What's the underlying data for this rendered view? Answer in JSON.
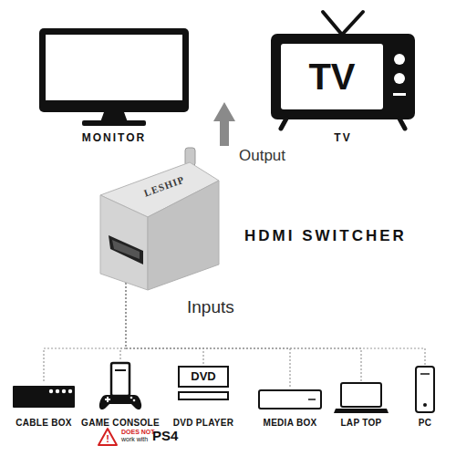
{
  "diagram": {
    "nodes": [
      {
        "text": [
          "MONITOR"
        ]
      },
      {
        "text": [
          "TV",
          "TV"
        ]
      },
      {
        "text": [
          "LESHIP"
        ]
      },
      {
        "text": [
          "CABLE BOX"
        ]
      },
      {
        "text": [
          "GAME CONSOLE"
        ]
      },
      {
        "text": [
          "DVD",
          "DVD PLAYER"
        ]
      },
      {
        "text": [
          "MEDIA BOX"
        ]
      },
      {
        "text": [
          "LAP TOP"
        ]
      },
      {
        "text": [
          "PC"
        ]
      },
      {
        "text": [
          "!"
        ]
      }
    ],
    "edges": [
      {
        "from": 3,
        "to": 2,
        "arrow": "none"
      },
      {
        "from": 4,
        "to": 2,
        "arrow": "none"
      },
      {
        "from": 5,
        "to": 2,
        "arrow": "none"
      },
      {
        "from": 6,
        "to": 2,
        "arrow": "none"
      },
      {
        "from": 7,
        "to": 2,
        "arrow": "none"
      },
      {
        "from": 8,
        "to": 2,
        "arrow": "none"
      }
    ],
    "labels": [
      "Output",
      "HDMI SWITCHER",
      "Inputs",
      "DOES NOT",
      "work with",
      "PS4"
    ]
  }
}
